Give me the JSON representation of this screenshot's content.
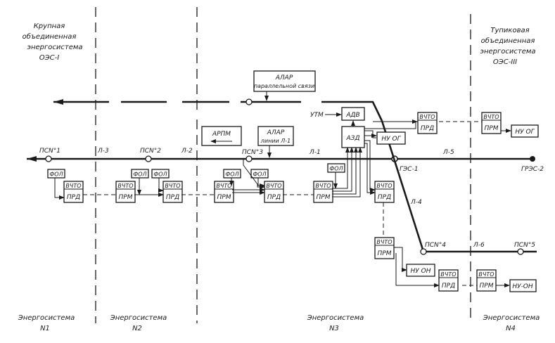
{
  "regions": {
    "top_left": [
      "Крупная",
      "объединенная",
      "энергосистема",
      "ОЭС-I"
    ],
    "top_right": [
      "Тупиковая",
      "объединенная",
      "энергосистема",
      "ОЭС-III"
    ],
    "bottom": [
      {
        "line1": "Энергосистема",
        "line2": "N1"
      },
      {
        "line1": "Энергосистема",
        "line2": "N2"
      },
      {
        "line1": "Энергосистема",
        "line2": "N3"
      },
      {
        "line1": "Энергосистема",
        "line2": "N4"
      }
    ]
  },
  "substations": {
    "psn1": "ПСN°1",
    "psn2": "ПСN°2",
    "psn3": "ПСN°3",
    "psn4": "ПСN°4",
    "psn5": "ПСN°5",
    "ges1": "ГЭС-1",
    "gres2": "ГРЭС-2"
  },
  "lines": {
    "l1": "Л-1",
    "l2": "Л-2",
    "l3": "Л-3",
    "l4": "Л-4",
    "l5": "Л-5",
    "l6": "Л-6"
  },
  "blocks": {
    "alar_parallel_1": "АЛАР",
    "alar_parallel_2": "параллельной связи",
    "alar_line_1": "АЛАР",
    "alar_line_2": "линии Л-1",
    "arpm": "АРПМ",
    "utm": "УТМ",
    "adv": "АДВ",
    "azd": "АЗД",
    "nu_og": "НУ ОГ",
    "nu_on": "НУ ОН",
    "nu_on2": "НУ-ОН",
    "fol": "ФОЛ",
    "vchto": "ВЧТО",
    "prd": "ПРД",
    "prm": "ПРМ"
  }
}
